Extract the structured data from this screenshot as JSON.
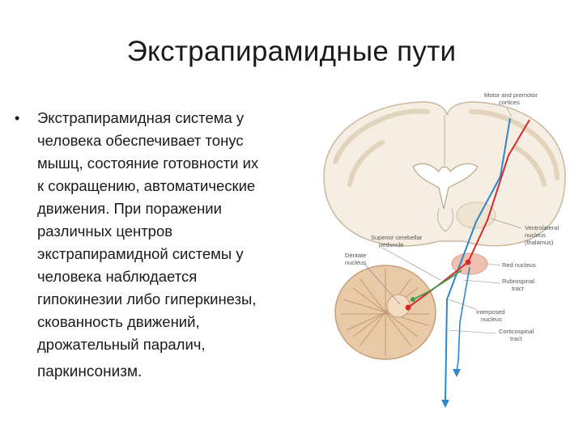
{
  "slide": {
    "title": "Экстрапирамидные пути",
    "bullet_mark": "•",
    "bullet_lines": [
      "Экстрапирамидная система у",
      "человека обеспечивает тонус",
      "мышц, состояние готовности их",
      "к сокращению, автоматические",
      "движения. При поражении",
      "различных центров",
      "экстрапирамидной системы у",
      "человека наблюдается",
      "гипокинезии либо гиперкинезы,",
      "скованность движений,",
      "дрожательный паралич,",
      "паркинсонизм."
    ]
  },
  "diagram": {
    "labels": {
      "motor_cortex_1": "Motor and premotor",
      "motor_cortex_2": "cortices",
      "ventrolateral_1": "Ventrolateral",
      "ventrolateral_2": "nucleus",
      "ventrolateral_3": "(thalamus)",
      "superior_cerebellar_1": "Superior cerebellar",
      "superior_cerebellar_2": "peduncle",
      "dentate_1": "Dentate",
      "dentate_2": "nucleus",
      "red_nucleus": "Red nucleus",
      "rubrospinal_1": "Rubrospinal",
      "rubrospinal_2": "tract",
      "interposed_1": "Interposed",
      "interposed_2": "nucleus",
      "corticospinal_1": "Corticospinal",
      "corticospinal_2": "tract"
    },
    "colors": {
      "brain_fill": "#f6eee2",
      "brain_outline": "#c9b8a0",
      "cerebellum_fill": "#e8c9a8",
      "red_nucleus_fill": "#f0c0b0",
      "pathway_red": "#d42a2a",
      "pathway_blue": "#2f86c8",
      "pathway_green": "#3aa04a"
    }
  }
}
